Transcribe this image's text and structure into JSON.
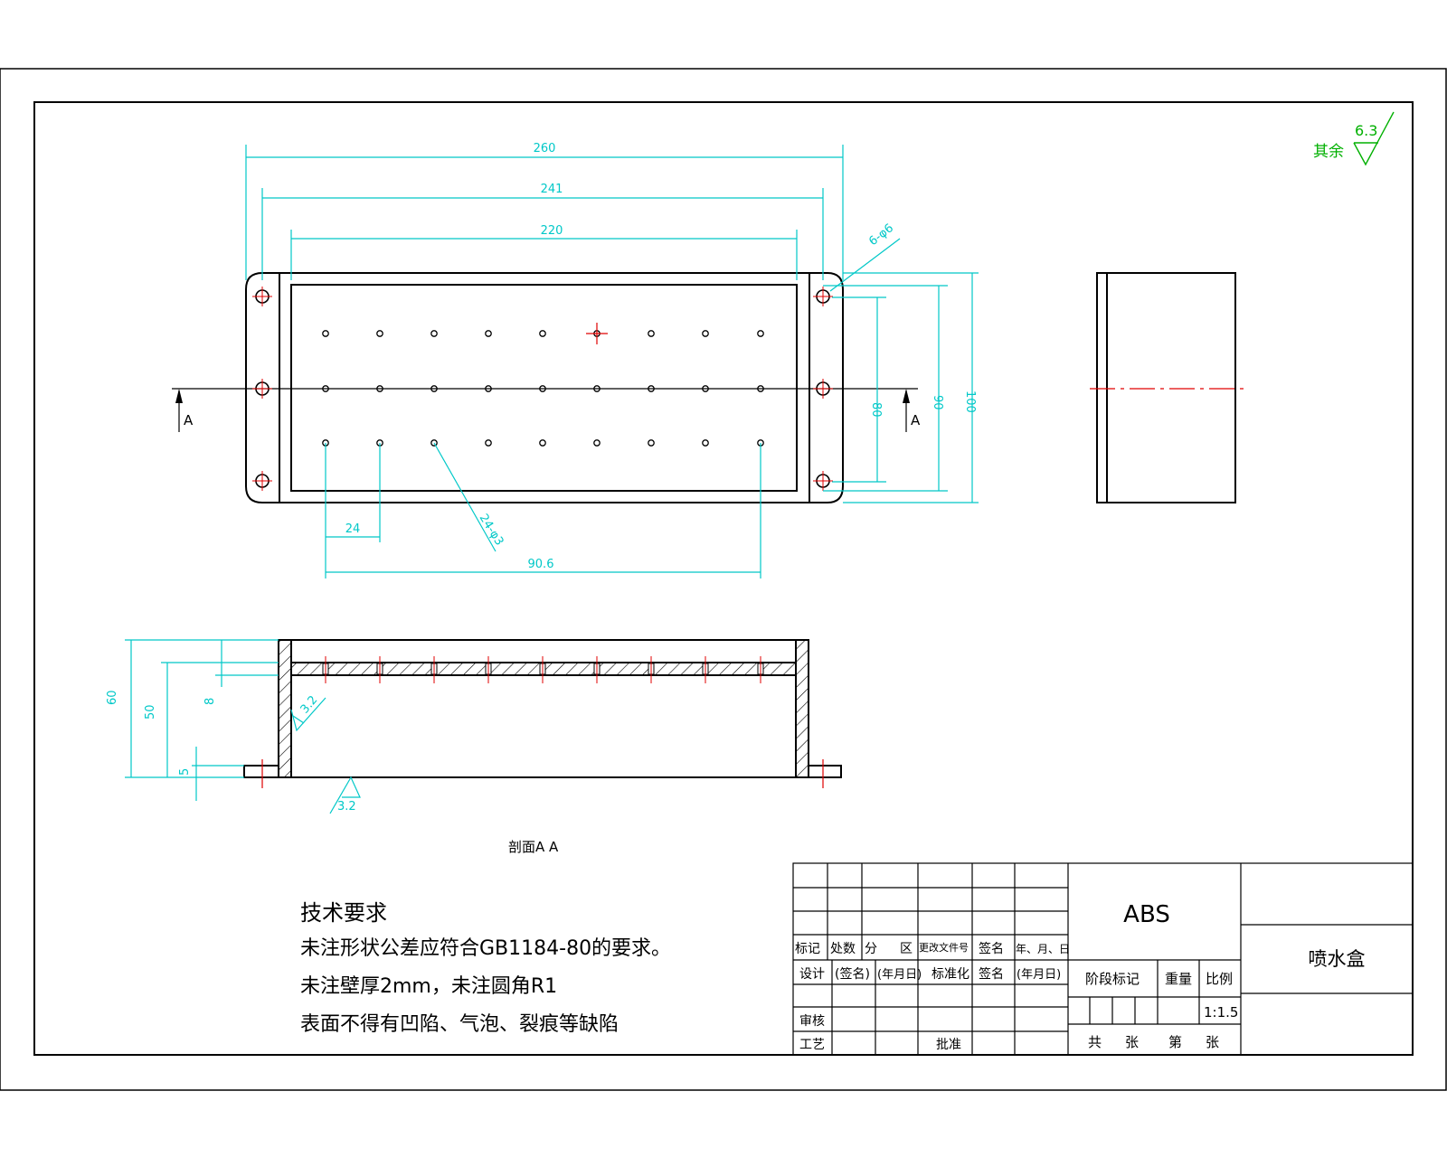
{
  "drawing": {
    "dims": {
      "overall_length": "260",
      "hole_spacing": "241",
      "inner_length": "220",
      "corner_holes": "6-φ6",
      "hole_pitch": "24",
      "hole_span": "90.6",
      "small_holes": "24-φ3",
      "height_inner": "80",
      "height_holes": "90",
      "height_overall": "100",
      "side_total": "60",
      "side_inner": "50",
      "side_top": "8",
      "side_flange": "5"
    },
    "section_marker": "A",
    "section_label": "剖面A A",
    "roughness_main": "3.2",
    "roughness_bottom": "3.2",
    "roughness_other_label": "其余",
    "roughness_other_value": "6.3"
  },
  "notes": {
    "title": "技术要求",
    "lines": [
      "未注形状公差应符合GB1184-80的要求。",
      "未注壁厚2mm，未注圆角R1",
      "表面不得有凹陷、气泡、裂痕等缺陷"
    ]
  },
  "title_block": {
    "material": "ABS",
    "part_name": "喷水盒",
    "headers": [
      "标记",
      "处数",
      "分",
      "区",
      "更改文件号",
      "签名",
      "年、月、日"
    ],
    "row_design": [
      "设计",
      "(签名)",
      "(年月日)",
      "标准化",
      "签名",
      "(年月日)"
    ],
    "review": "审核",
    "process": "工艺",
    "approve": "批准",
    "stage_mark": "阶段标记",
    "weight": "重量",
    "scale_label": "比例",
    "scale_value": "1:1.5",
    "sheets": [
      "共",
      "张",
      "第",
      "张"
    ]
  }
}
